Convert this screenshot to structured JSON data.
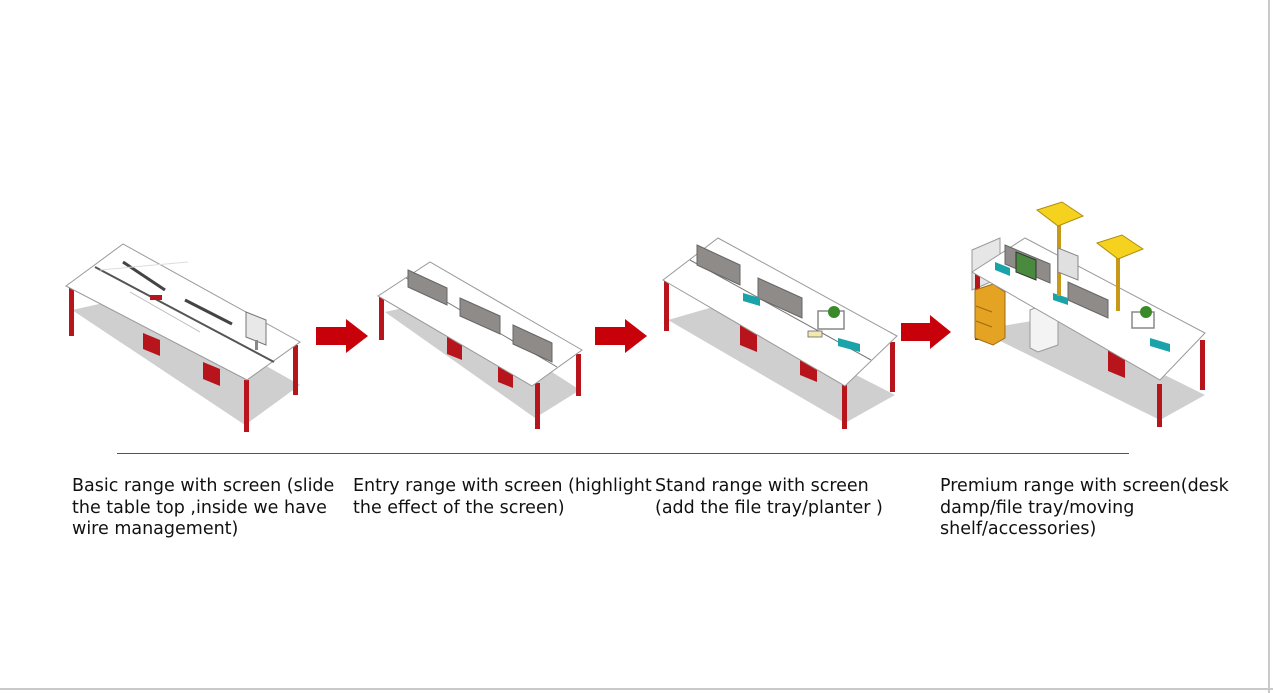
{
  "captions": {
    "basic": "Basic range with screen  (slide\nthe table top  ,inside we have\nwire management)",
    "entry": "Entry range with screen  (highlight\nthe effect of the screen)",
    "stand": "Stand range with screen\n  (add the file tray/planter )",
    "premium": "Premium range with screen(desk\ndamp/file tray/moving\nshelf/accessories)"
  },
  "colors": {
    "frame_red": "#b8141c",
    "arrow_red": "#c8000a",
    "screen_gray": "#8e8b89",
    "tray_teal": "#1aa3a8",
    "lamp_yellow": "#f4d21e",
    "cabinet_orange": "#e5a323"
  },
  "icons": {
    "arrow": "right-arrow-icon"
  }
}
